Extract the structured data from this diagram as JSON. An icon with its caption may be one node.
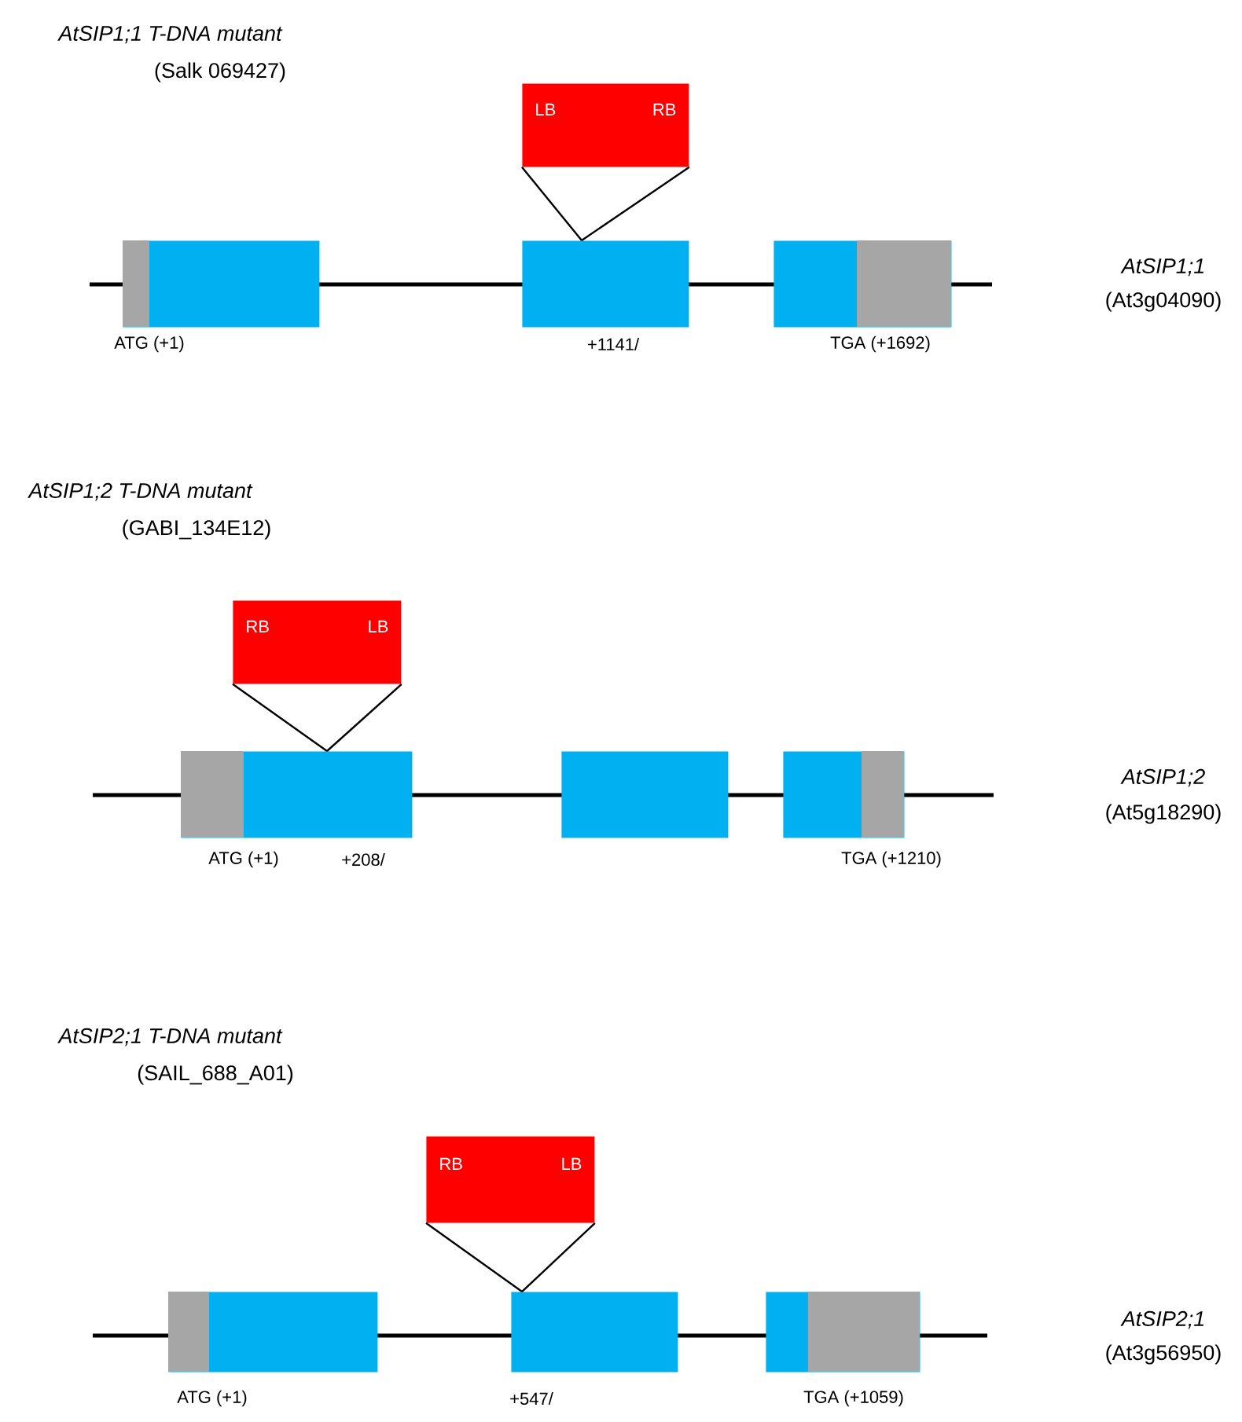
{
  "diagram": {
    "nodes": [
      {
        "text": [
          "LB",
          "RB"
        ]
      },
      {
        "text": [],
        "shape": "box"
      },
      {
        "text": [],
        "shape": "box"
      },
      {
        "text": [],
        "shape": "box"
      },
      {
        "text": [
          "RB",
          "LB"
        ]
      },
      {
        "text": [],
        "shape": "box"
      },
      {
        "text": [],
        "shape": "box"
      },
      {
        "text": [],
        "shape": "box"
      },
      {
        "text": [
          "RB",
          "LB"
        ]
      },
      {
        "text": [],
        "shape": "box"
      },
      {
        "text": [],
        "shape": "box"
      },
      {
        "text": [],
        "shape": "box"
      }
    ],
    "edges": [
      {
        "from": 0,
        "to": 2,
        "arrow": "none"
      },
      {
        "from": 0,
        "to": 2,
        "arrow": "none"
      },
      {
        "from": 4,
        "to": 5,
        "arrow": "none"
      },
      {
        "from": 4,
        "to": 5,
        "arrow": "none"
      },
      {
        "from": 8,
        "to": 10,
        "arrow": "none"
      },
      {
        "from": 8,
        "to": 10,
        "arrow": "none"
      }
    ],
    "labels": [
      "AtSIP1;1 T-DNA mutant",
      "(Salk 069427)",
      "AtSIP1;1",
      "(At3g04090)",
      "ATG (+1)",
      "+1141/",
      "TGA (+1692)",
      "AtSIP1;2 T-DNA mutant",
      "(GABI_134E12)",
      "AtSIP1;2",
      "(At5g18290)",
      "ATG (+1)",
      "+208/",
      "TGA (+1210)",
      "AtSIP2;1 T-DNA mutant",
      "(SAIL_688_A01)",
      "AtSIP2;1",
      "(At3g56950)",
      "ATG (+1)",
      "+547/",
      "TGA (+1059)"
    ]
  }
}
